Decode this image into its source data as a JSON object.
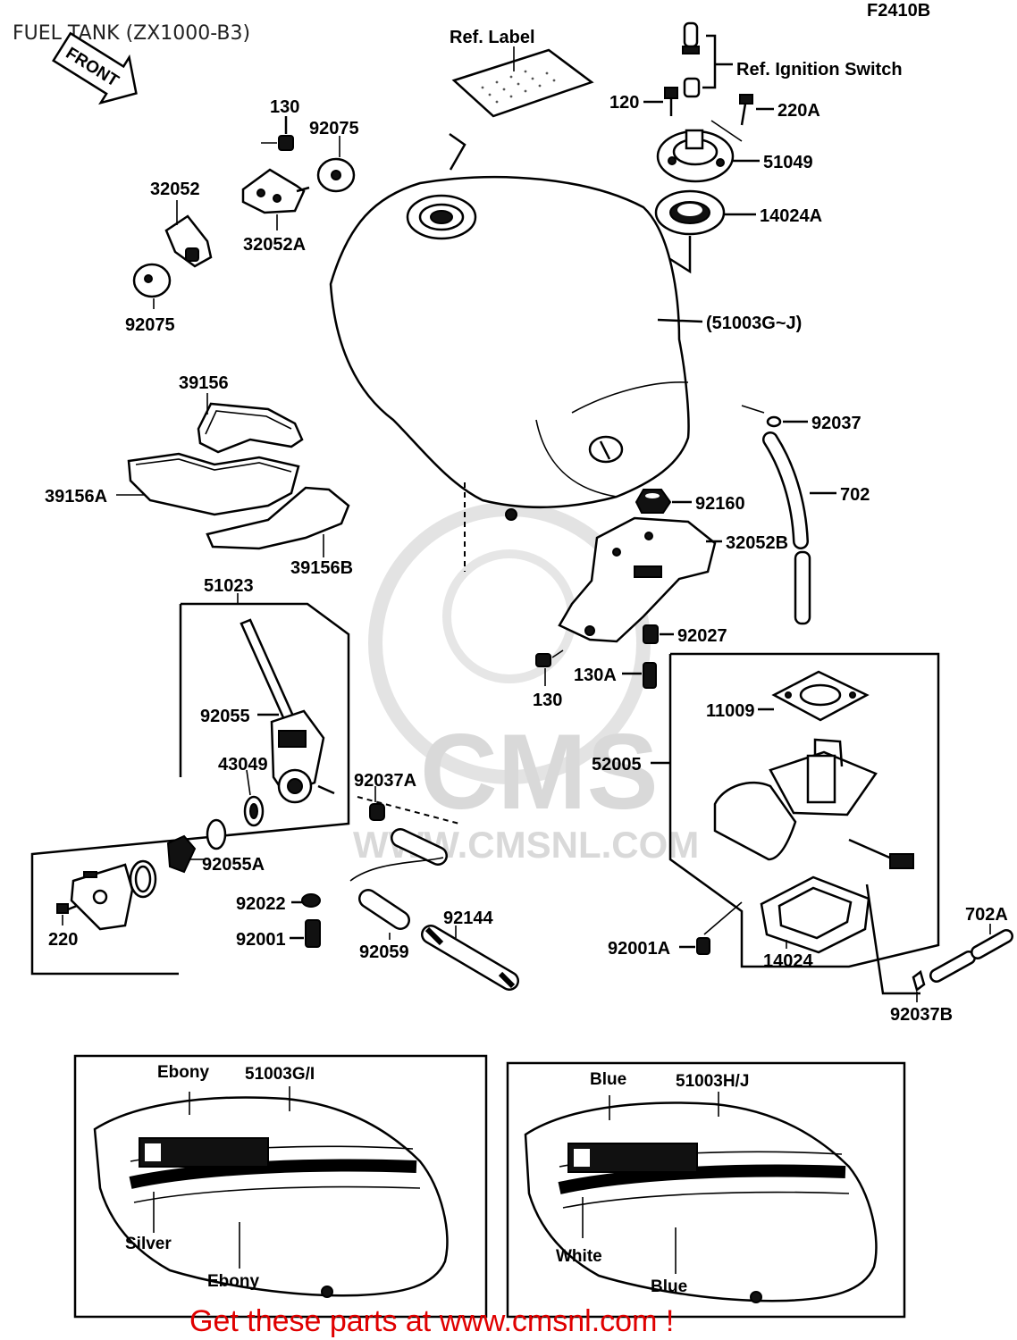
{
  "title": "FUEL TANK (ZX1000-B3)",
  "code": "F2410B",
  "front_label": "FRONT",
  "watermark": {
    "brand": "CMS",
    "site": "WWW.CMSNL.COM"
  },
  "cta": "Get these parts at www.cmsnl.com !",
  "labels": {
    "ref_label": "Ref. Label",
    "ref_ignition": "Ref. Ignition Switch",
    "p120": "120",
    "p220A": "220A",
    "p51049": "51049",
    "p14024A": "14024A",
    "p51003GJ": "(51003G~J)",
    "p130_top": "130",
    "p92075_top": "92075",
    "p32052": "32052",
    "p32052A": "32052A",
    "p92075_bot": "92075",
    "p39156": "39156",
    "p39156A": "39156A",
    "p39156B": "39156B",
    "p92037": "92037",
    "p702": "702",
    "p92160": "92160",
    "p32052B": "32052B",
    "p92027": "92027",
    "p130A": "130A",
    "p130_mid": "130",
    "p51023": "51023",
    "p92055": "92055",
    "p43049": "43049",
    "p92037A": "92037A",
    "p92055A": "92055A",
    "p220": "220",
    "p92022": "92022",
    "p92001": "92001",
    "p92059": "92059",
    "p92144": "92144",
    "p11009": "11009",
    "p52005": "52005",
    "p92001A": "92001A",
    "p14024": "14024",
    "p702A": "702A",
    "p92037B": "92037B"
  },
  "variants": [
    {
      "part": "51003G/I",
      "top": "Ebony",
      "stripe": "Silver",
      "bottom": "Ebony"
    },
    {
      "part": "51003H/J",
      "top": "Blue",
      "stripe": "White",
      "bottom": "Blue"
    }
  ],
  "colors": {
    "cta": "#e00000",
    "ink": "#000000",
    "watermark": "#d9d9d9"
  }
}
